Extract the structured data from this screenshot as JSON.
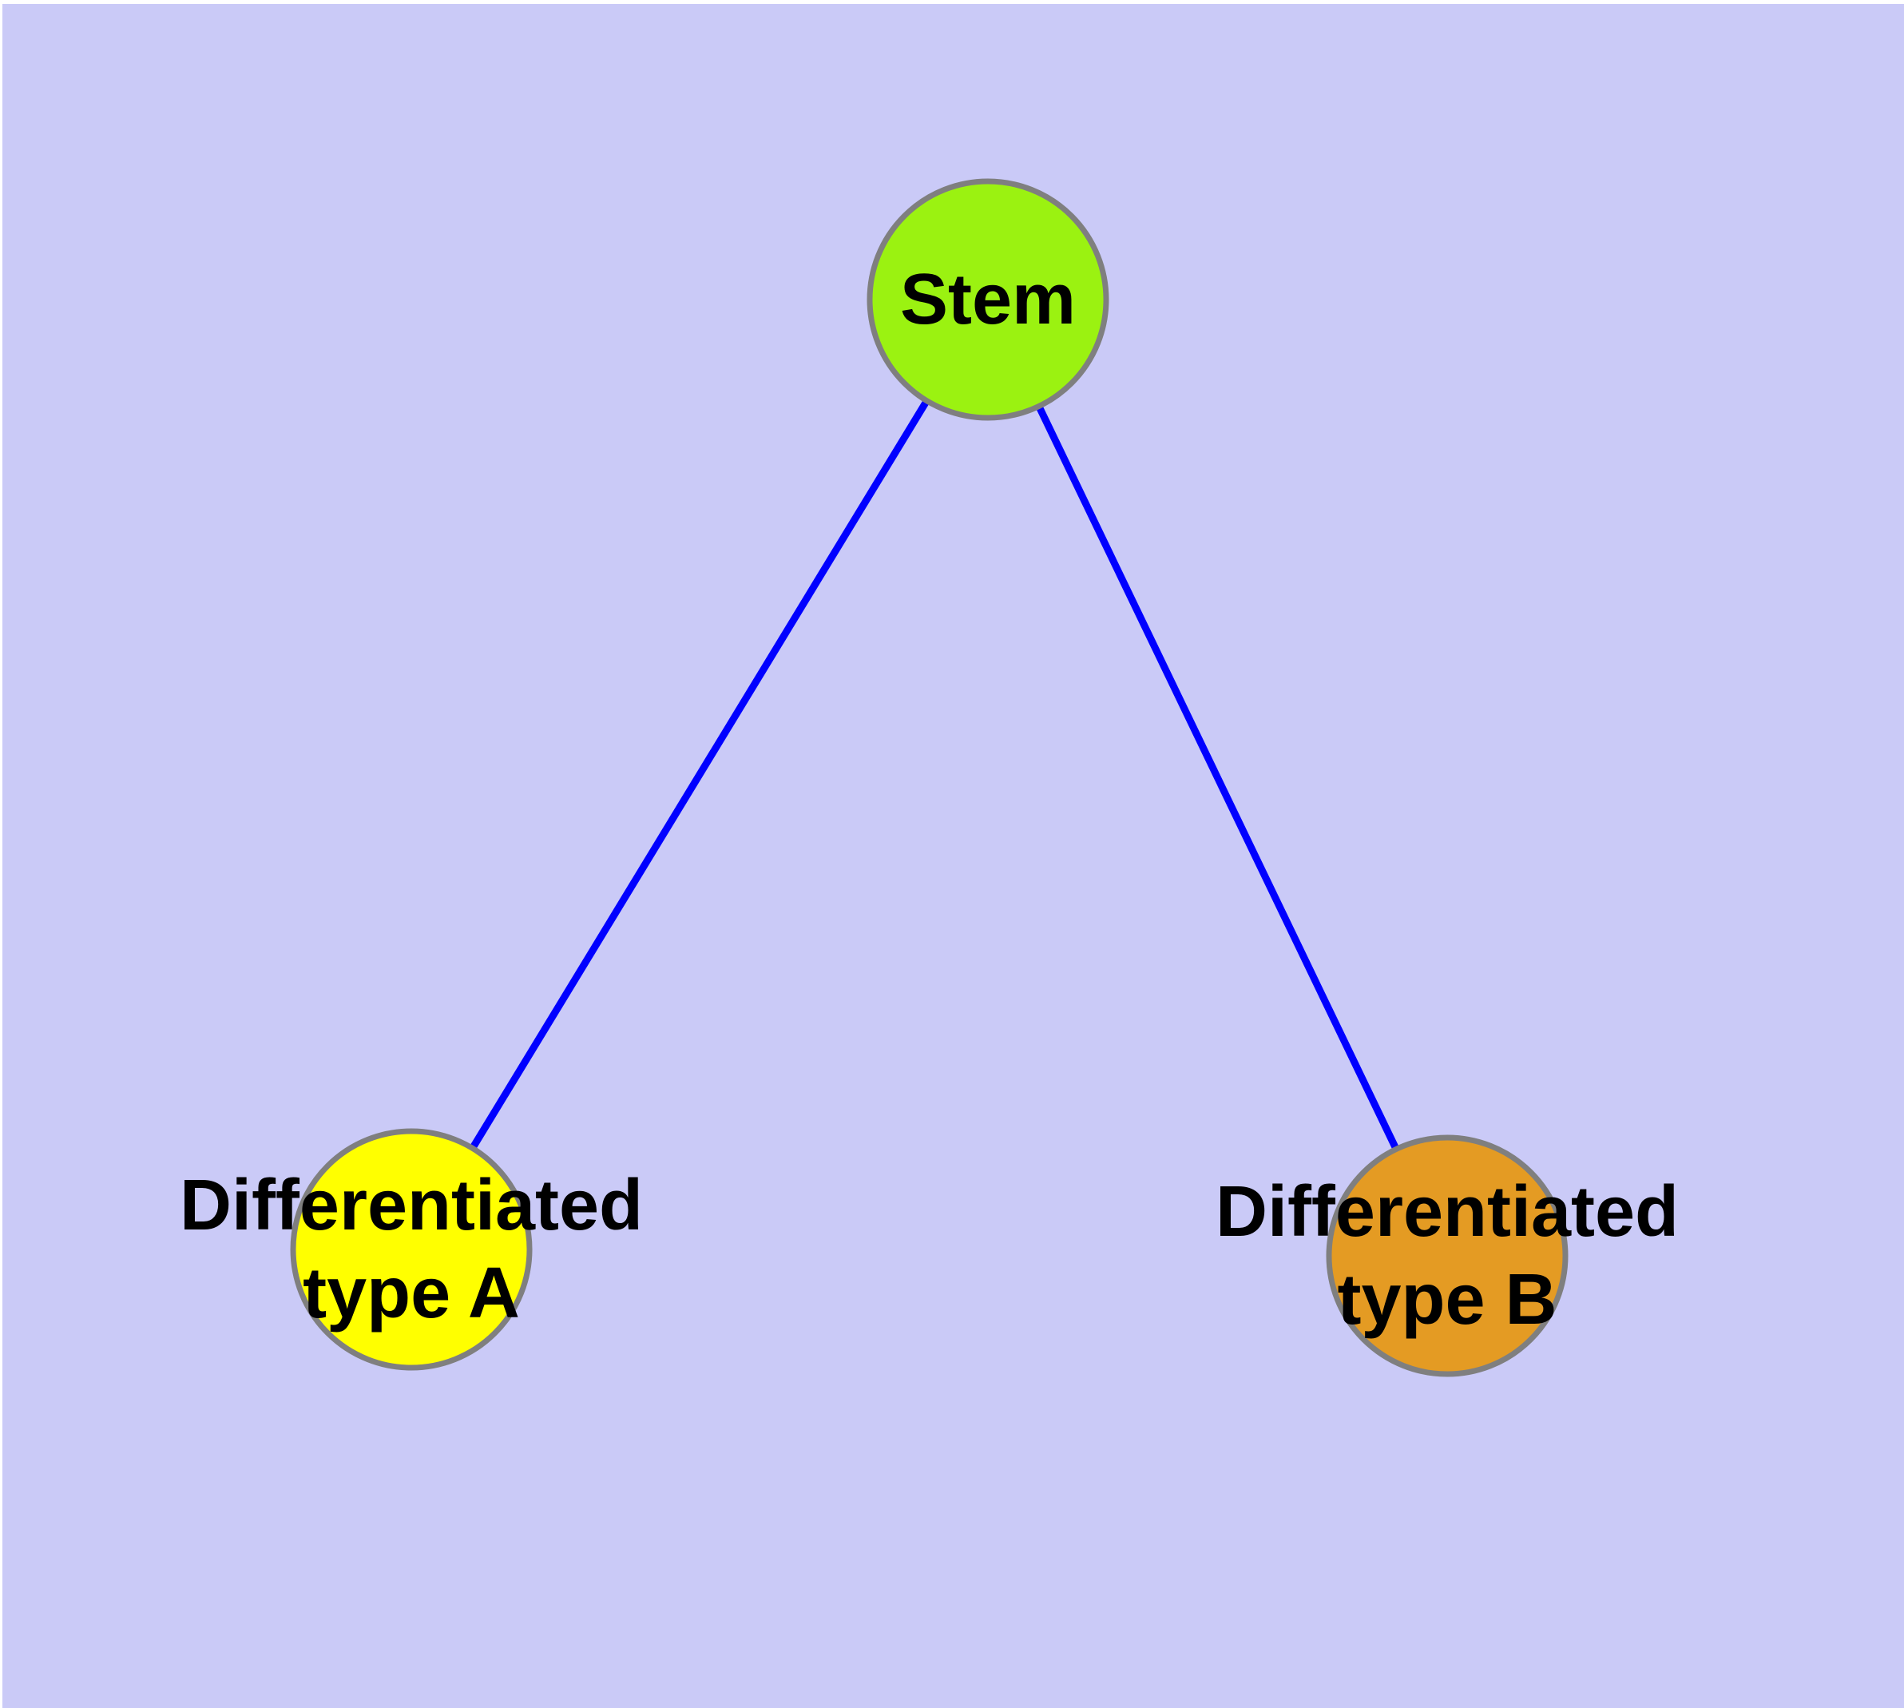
{
  "diagram": {
    "type": "node-link-graph",
    "background_color": "#cacaf7",
    "frame_color": "#ffffff",
    "edge_color": "#0000ff",
    "node_border_color": "#7f7f7f",
    "label_color": "#000000",
    "nodes": [
      {
        "id": "stem",
        "label": "Stem",
        "label_line1": "Stem",
        "color": "#9bf211"
      },
      {
        "id": "differentiated-type-a",
        "label": "Differentiated type A",
        "label_line1": "Differentiated",
        "label_line2": "type A",
        "color": "#ffff00"
      },
      {
        "id": "differentiated-type-b",
        "label": "Differentiated type B",
        "label_line1": "Differentiated",
        "label_line2": "type B",
        "color": "#e49b23"
      }
    ],
    "edges": [
      {
        "from": "Stem",
        "to": "Differentiated type A"
      },
      {
        "from": "Stem",
        "to": "Differentiated type B"
      }
    ]
  }
}
